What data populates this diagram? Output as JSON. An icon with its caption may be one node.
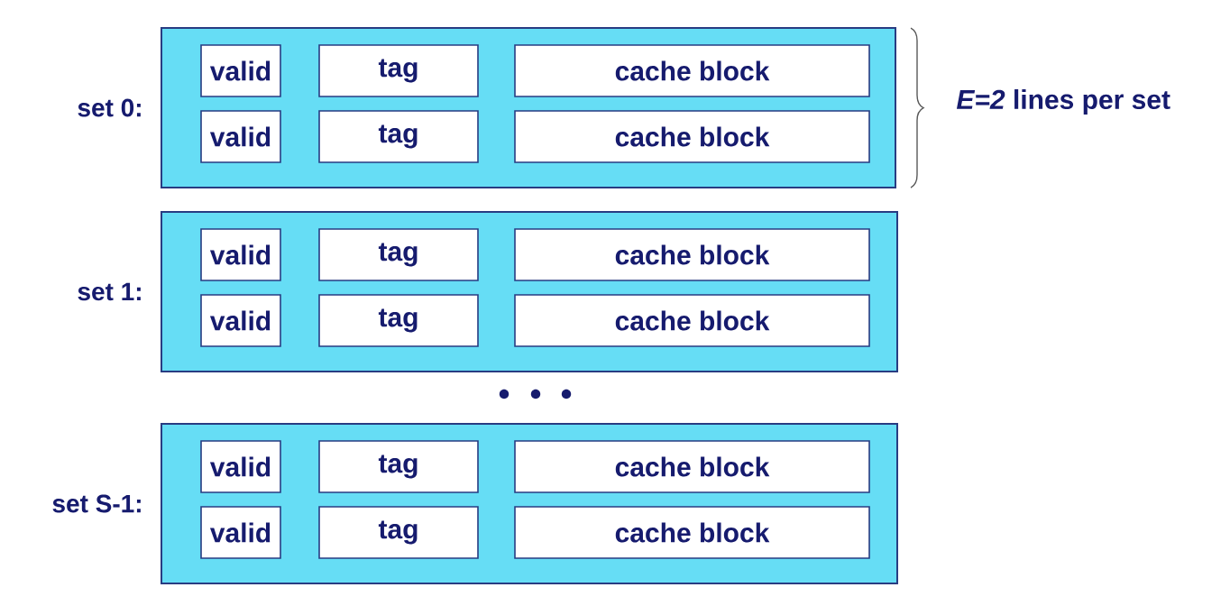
{
  "diagram": {
    "nodes": [
      {
        "text": [],
        "shape": "box",
        "beside": [
          "set 0:"
        ]
      },
      {
        "text": [
          "valid"
        ],
        "in": 0
      },
      {
        "text": [
          "tag"
        ],
        "in": 0
      },
      {
        "text": [
          "cache block"
        ],
        "in": 0
      },
      {
        "text": [
          "valid"
        ],
        "in": 0
      },
      {
        "text": [
          "tag"
        ],
        "in": 0
      },
      {
        "text": [
          "cache block"
        ],
        "in": 0
      },
      {
        "text": [],
        "shape": "box",
        "beside": [
          "set 1:"
        ]
      },
      {
        "text": [
          "valid"
        ],
        "in": 7
      },
      {
        "text": [
          "tag"
        ],
        "in": 7
      },
      {
        "text": [
          "cache block"
        ],
        "in": 7
      },
      {
        "text": [
          "valid"
        ],
        "in": 7
      },
      {
        "text": [
          "tag"
        ],
        "in": 7
      },
      {
        "text": [
          "cache block"
        ],
        "in": 7
      },
      {
        "text": [],
        "shape": "box",
        "beside": [
          "set S-1:"
        ]
      },
      {
        "text": [
          "valid"
        ],
        "in": 14
      },
      {
        "text": [
          "tag"
        ],
        "in": 14
      },
      {
        "text": [
          "cache block"
        ],
        "in": 14
      },
      {
        "text": [
          "valid"
        ],
        "in": 14
      },
      {
        "text": [
          "tag"
        ],
        "in": 14
      },
      {
        "text": [
          "cache block"
        ],
        "in": 14
      }
    ],
    "labels": [
      "*E=2* lines per set"
    ]
  }
}
